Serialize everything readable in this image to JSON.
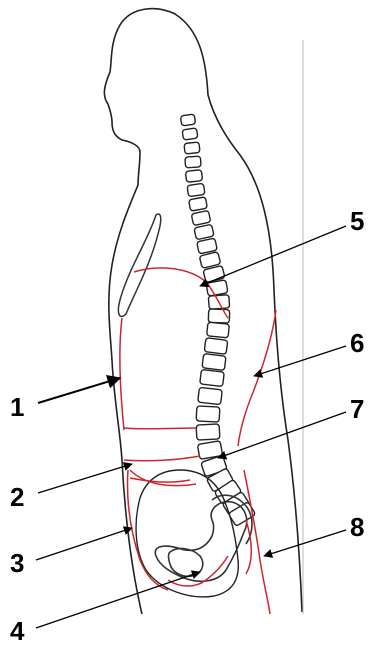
{
  "labels": [
    {
      "id": "1",
      "text": "1"
    },
    {
      "id": "2",
      "text": "2"
    },
    {
      "id": "3",
      "text": "3"
    },
    {
      "id": "4",
      "text": "4"
    },
    {
      "id": "5",
      "text": "5"
    },
    {
      "id": "6",
      "text": "6"
    },
    {
      "id": "7",
      "text": "7"
    },
    {
      "id": "8",
      "text": "8"
    }
  ],
  "colors": {
    "outline": "#222222",
    "boundary": "#d0262b",
    "label": "#000000"
  }
}
